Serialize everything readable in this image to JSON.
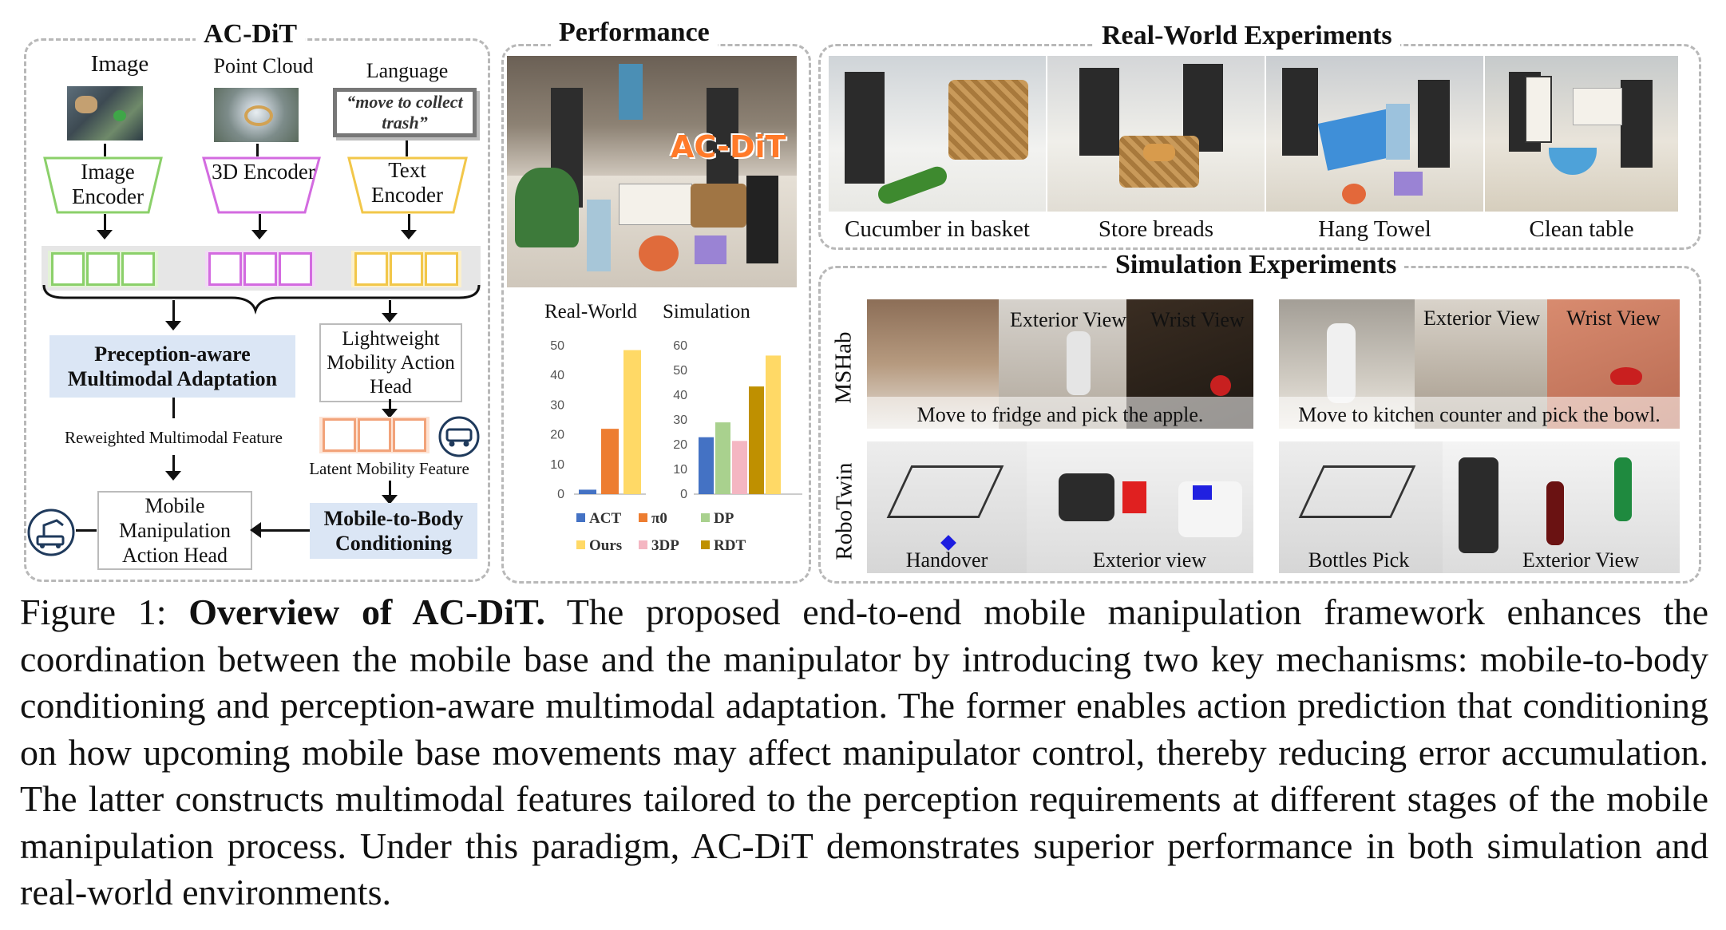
{
  "acdit": {
    "title": "AC-DiT",
    "inputs": [
      "Image",
      "Point Cloud",
      "Language"
    ],
    "language_quote": "“move to collect trash”",
    "encoders": [
      "Image Encoder",
      "3D Encoder",
      "Text Encoder"
    ],
    "perception_block": "Preception-aware Multimodal Adaptation",
    "lightweight_head": "Lightweight Mobility Action Head",
    "reweighted_label": "Reweighted Multimodal Feature",
    "latent_label": "Latent Mobility Feature",
    "mobile_head": "Mobile Manipulation Action Head",
    "m2b_block": "Mobile-to-Body Conditioning",
    "colors": {
      "image": "#8bd06a",
      "cloud": "#d36be0",
      "text": "#f2c74a",
      "mobility": "#f2a37a",
      "blue_block": "#dbe6f5"
    }
  },
  "performance": {
    "title": "Performance",
    "photo_overlay": "AC-DiT"
  },
  "chart_data": [
    {
      "type": "bar",
      "title": "Real-World",
      "categories": [
        "ACT",
        "π0",
        "Ours"
      ],
      "values": [
        1.5,
        22,
        48.5
      ],
      "ylim": [
        0,
        50
      ],
      "yticks": [
        0,
        10,
        20,
        30,
        40,
        50
      ],
      "colors": [
        "#4472c4",
        "#ed7d31",
        "#ffd966"
      ]
    },
    {
      "type": "bar",
      "title": "Simulation",
      "categories": [
        "DP",
        "3DP",
        "RDT",
        "Ours"
      ],
      "values": [
        23,
        29,
        21.5,
        43.5,
        56
      ],
      "series_names": [
        "ACT",
        "DP",
        "3DP",
        "RDT",
        "Ours"
      ],
      "ylim": [
        0,
        60
      ],
      "yticks": [
        0,
        10,
        20,
        30,
        40,
        50,
        60
      ],
      "colors": [
        "#4472c4",
        "#a9d18e",
        "#f4b6c2",
        "#bf9000",
        "#ffd966"
      ]
    }
  ],
  "legend": {
    "items": [
      {
        "name": "ACT",
        "color": "#4472c4"
      },
      {
        "name": "π0",
        "color": "#ed7d31"
      },
      {
        "name": "DP",
        "color": "#a9d18e"
      },
      {
        "name": "Ours",
        "color": "#ffd966"
      },
      {
        "name": "3DP",
        "color": "#f4b6c2"
      },
      {
        "name": "RDT",
        "color": "#bf9000"
      }
    ]
  },
  "real_world": {
    "title": "Real-World Experiments",
    "tasks": [
      "Cucumber in basket",
      "Store breads",
      "Hang Towel",
      "Clean table"
    ]
  },
  "simulation": {
    "title": "Simulation Experiments",
    "mshab": "MSHab",
    "robotwin": "RoboTwin",
    "exterior_view": "Exterior View",
    "wrist_view": "Wrist View",
    "task1": "Move to fridge and pick the apple.",
    "task2": "Move to kitchen counter and pick the bowl.",
    "handover": "Handover",
    "exterior_view_lower": "Exterior view",
    "bottles_pick": "Bottles Pick",
    "exterior_view_2": "Exterior View"
  },
  "caption": {
    "prefix": "Figure 1: ",
    "bold": "Overview of AC-DiT.",
    "body": " The proposed end-to-end mobile manipulation framework enhances the coordination between the mobile base and the manipulator by introducing two key mechanisms: mobile-to-body conditioning and perception-aware multimodal adaptation. The former enables action prediction that conditioning on how upcoming mobile base movements may affect manipulator control, thereby reducing error accumulation. The latter constructs multimodal features tailored to the perception requirements at different stages of the mobile manipulation process. Under this paradigm, AC-DiT demonstrates superior performance in both simulation and real-world environments."
  }
}
